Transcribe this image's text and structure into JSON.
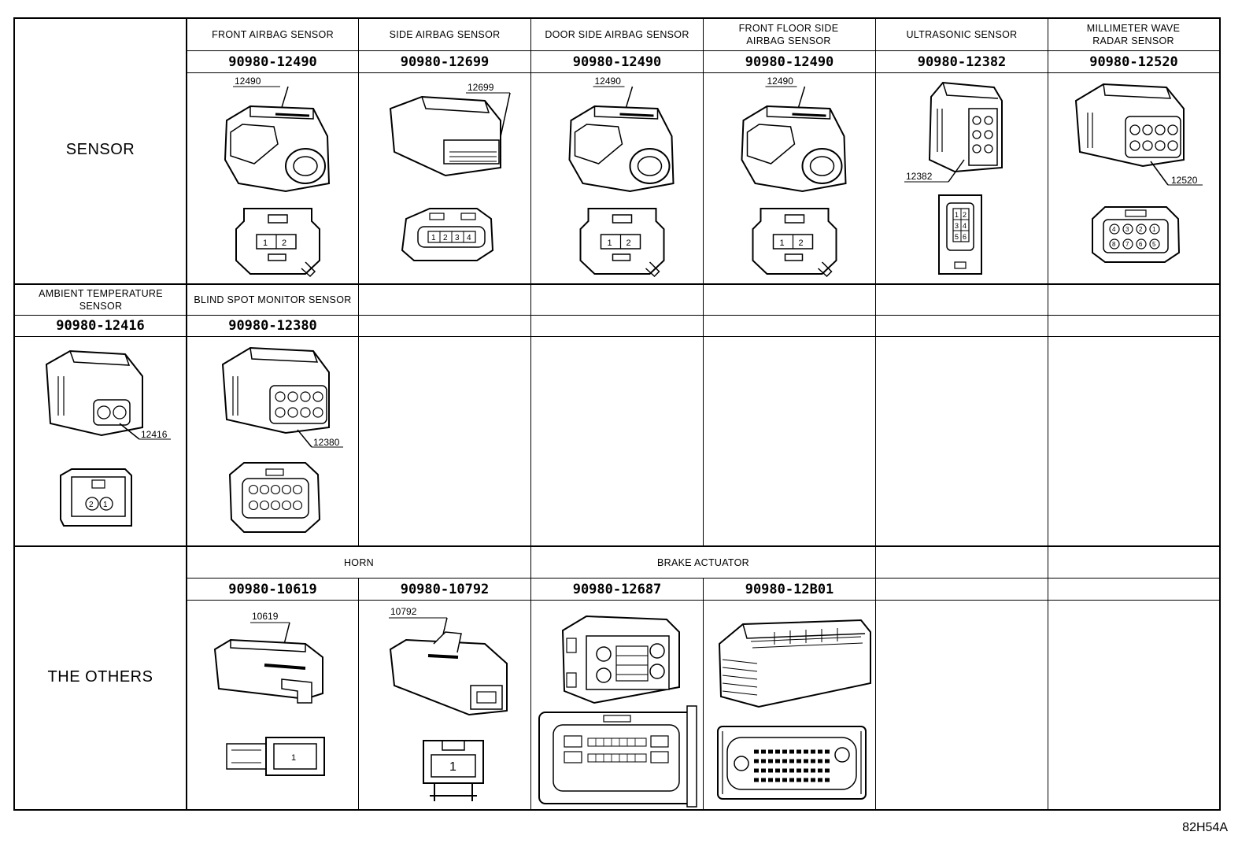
{
  "groups": {
    "sensor": "SENSOR",
    "others": "THE OTHERS"
  },
  "sensor_row1": [
    {
      "label": "FRONT AIRBAG SENSOR",
      "part": "90980-12490",
      "callout": "12490",
      "pins": [
        "1",
        "2"
      ]
    },
    {
      "label": "SIDE AIRBAG SENSOR",
      "part": "90980-12699",
      "callout": "12699",
      "pins": [
        "1",
        "2",
        "3",
        "4"
      ]
    },
    {
      "label": "DOOR SIDE AIRBAG SENSOR",
      "part": "90980-12490",
      "callout": "12490",
      "pins": [
        "1",
        "2"
      ]
    },
    {
      "label": "FRONT FLOOR SIDE AIRBAG SENSOR",
      "part": "90980-12490",
      "callout": "12490",
      "pins": [
        "1",
        "2"
      ]
    },
    {
      "label": "ULTRASONIC SENSOR",
      "part": "90980-12382",
      "callout": "12382",
      "pins": [
        "1",
        "2",
        "3",
        "4",
        "5",
        "6"
      ]
    },
    {
      "label": "MILLIMETER WAVE RADAR SENSOR",
      "part": "90980-12520",
      "callout": "12520",
      "pins": [
        "4",
        "3",
        "2",
        "1",
        "8",
        "7",
        "6",
        "5"
      ]
    }
  ],
  "sensor_row2": [
    {
      "label": "AMBIENT TEMPERATURE SENSOR",
      "part": "90980-12416",
      "callout": "12416",
      "pins": [
        "2",
        "1"
      ]
    },
    {
      "label": "BLIND SPOT MONITOR SENSOR",
      "part": "90980-12380",
      "callout": "12380"
    }
  ],
  "others": {
    "horn_label": "HORN",
    "brake_label": "BRAKE ACTUATOR",
    "items": [
      {
        "part": "90980-10619",
        "callout": "10619",
        "pin": "1"
      },
      {
        "part": "90980-10792",
        "callout": "10792",
        "pin": "1"
      },
      {
        "part": "90980-12687"
      },
      {
        "part": "90980-12B01"
      }
    ]
  },
  "figure_id": "82H54A"
}
